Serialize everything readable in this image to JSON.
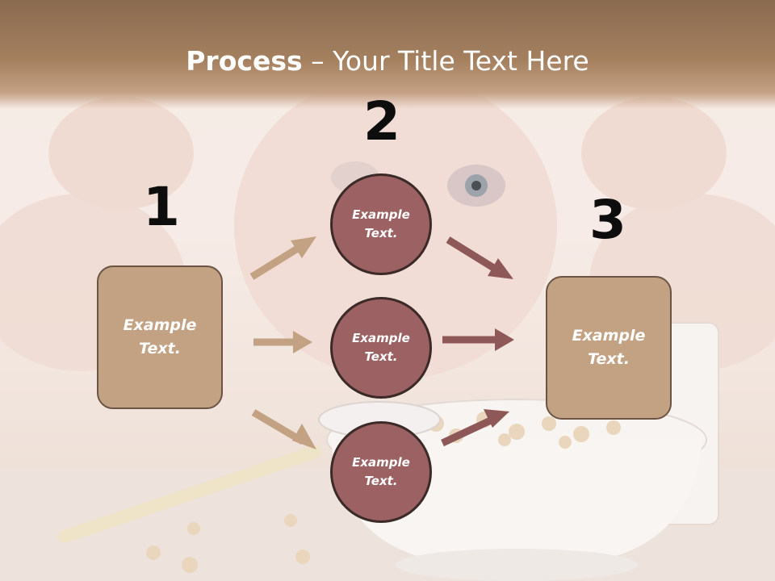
{
  "title": {
    "bold": "Process",
    "rest": " – Your Title Text Here"
  },
  "steps": {
    "one": "1",
    "two": "2",
    "three": "3"
  },
  "box_left": {
    "text": "Example\nText."
  },
  "box_right": {
    "text": "Example\nText."
  },
  "circles": [
    {
      "text": "Example\nText."
    },
    {
      "text": "Example\nText."
    },
    {
      "text": "Example\nText."
    }
  ],
  "colors": {
    "box": "#c3a183",
    "circle": "#9b6163",
    "arrow_tan": "#c3a183",
    "arrow_rose": "#8f5858"
  }
}
